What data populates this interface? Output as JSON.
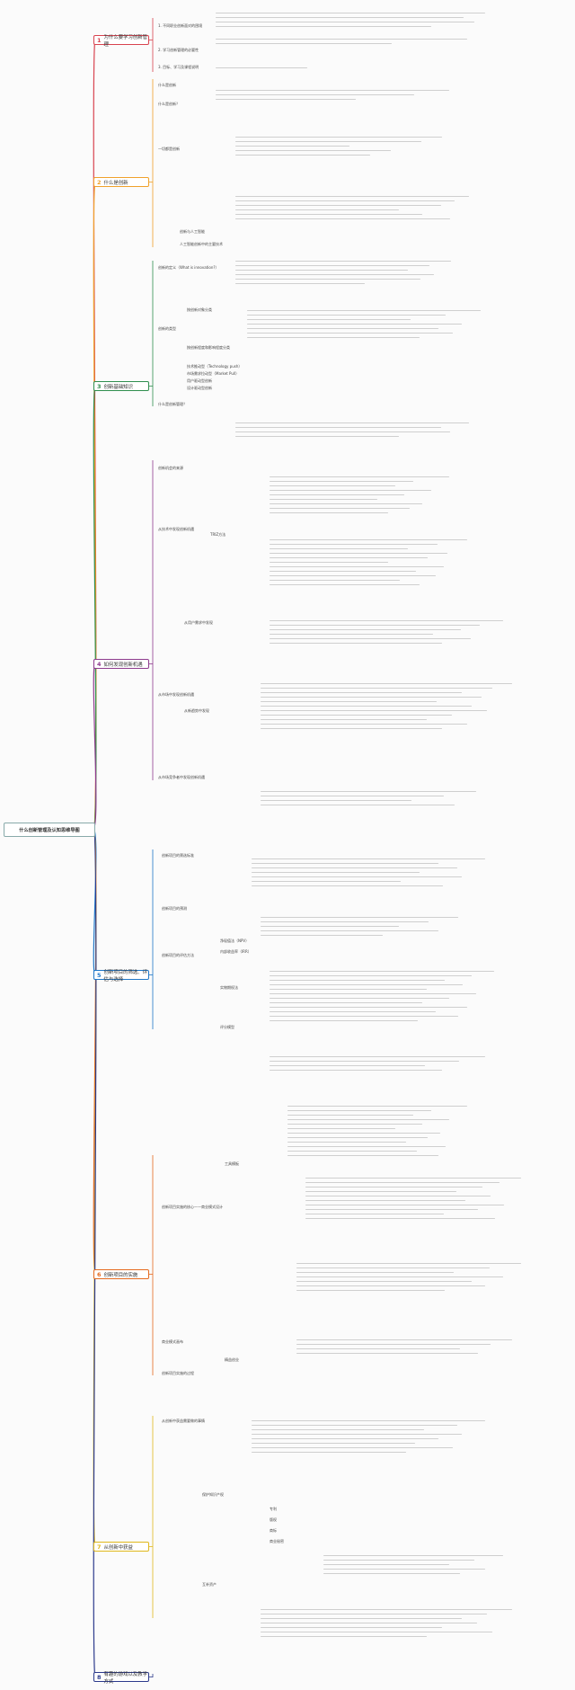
{
  "root": {
    "title": "什么创新管理及认知思维导图"
  },
  "branches": [
    {
      "num": "1",
      "label": "为什么要学习创新管理",
      "color": "#d8434f"
    },
    {
      "num": "2",
      "label": "什么是创新",
      "color": "#f0a12a"
    },
    {
      "num": "3",
      "label": "创新基础知识",
      "color": "#2f8e4e"
    },
    {
      "num": "4",
      "label": "如何发现创新机遇",
      "color": "#8e3b8e"
    },
    {
      "num": "5",
      "label": "创新项目的筛选、评估与选择",
      "color": "#1f77c8"
    },
    {
      "num": "6",
      "label": "创新项目的实施",
      "color": "#e56a1f"
    },
    {
      "num": "7",
      "label": "从创新中获益",
      "color": "#e0b81c"
    },
    {
      "num": "8",
      "label": "有趣的游戏以及教学方式",
      "color": "#2c3a8c"
    }
  ],
  "subs": {
    "b1": [
      "1. 不同职业创新面对的困境",
      "2. 学习创新管理的必要性",
      "3. 目标、学习及课程说明"
    ],
    "b2": [
      "什么是创新",
      "什么是创新？",
      "一切都是创新",
      "创新与人工智能",
      "人工智能创新中的主要技术"
    ],
    "b3": [
      "创新的定义（What is innovation?）",
      "创新的类型",
      "按创新对象分类",
      "按创新程度和影响程度分类",
      "技术推动型（Technology push）",
      "市场需求拉动型（Market Pull）",
      "用户驱动型创新",
      "设计驱动型创新",
      "什么是创新管理？"
    ],
    "b4": [
      "创新机会的来源",
      "从技术中发现创新机遇",
      "TRIZ方法",
      "从市场中发现创新机遇",
      "从用户需求中发现",
      "从新趋势中发现",
      "从市场竞争者中发现创新机遇"
    ],
    "b5": [
      "创新项目的筛选标准",
      "创新项目的预测",
      "创新项目的评估方法",
      "净现值法（NPV）",
      "内部收益率（IRR）",
      "实物期权法",
      "评分模型"
    ],
    "b6": [
      "创新项目实施的核心——商业模式设计",
      "工具模板",
      "商业模式画布",
      "精益创业",
      "创新项目实施的过程"
    ],
    "b7": [
      "从创新中获益需要做的事情",
      "保护知识产权",
      "专利",
      "版权",
      "商标",
      "商业秘密",
      "互补资产"
    ],
    "b8": []
  }
}
